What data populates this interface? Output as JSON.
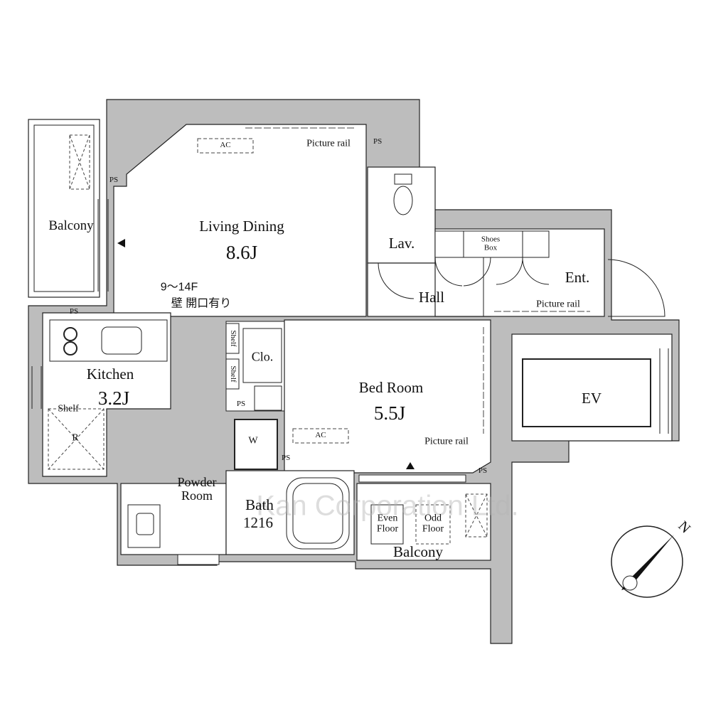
{
  "rooms": {
    "living": {
      "name": "Living Dining",
      "size": "8.6J"
    },
    "kitchen": {
      "name": "Kitchen",
      "size": "3.2J"
    },
    "bedroom": {
      "name": "Bed Room",
      "size": "5.5J"
    },
    "lav": "Lav.",
    "hall": "Hall",
    "entrance": "Ent.",
    "shoes_box": "Shoes Box",
    "closet": "Clo.",
    "powder_room": "Powder Room",
    "bath": {
      "name": "Bath",
      "size": "1216"
    },
    "balcony_left": "Balcony",
    "balcony_right": "Balcony",
    "ev": "EV",
    "even_floor": "Even Floor",
    "odd_floor": "Odd Floor"
  },
  "annotations": {
    "picture_rail": "Picture rail",
    "ac": "AC",
    "ps": "PS",
    "shelf": "Shelf",
    "r": "R",
    "w": "W",
    "floor_note": "9～14F",
    "wall_note": "壁 開口有り"
  },
  "compass": "N",
  "watermark": "Kan Corporation Ltd.",
  "colors": {
    "wall": "#bdbdbd",
    "line": "#1a1a1a"
  }
}
